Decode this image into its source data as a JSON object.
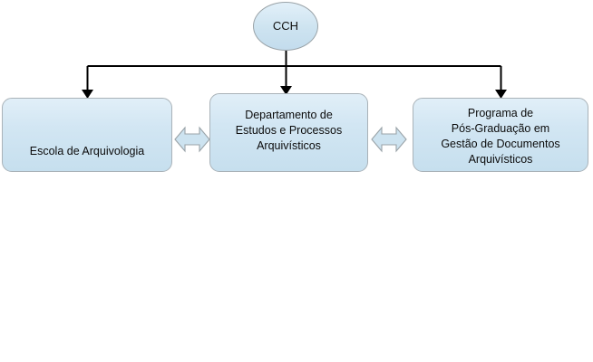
{
  "diagram": {
    "title": "CCH organizational structure",
    "background_color": "#ffffff",
    "node_fill_color": "#cde3f0",
    "node_border_color": "#a9b2b8",
    "connector_color": "#000000",
    "root": {
      "id": "cch",
      "label": "CCH",
      "shape": "ellipse"
    },
    "nodes": [
      {
        "id": "escola",
        "label": "Escola de Arquivologia",
        "shape": "rounded-rectangle"
      },
      {
        "id": "departamento",
        "label": "Departamento de\nEstudos e Processos\nArquivísticos",
        "shape": "rounded-rectangle"
      },
      {
        "id": "programa",
        "label": "Programa de\nPós-Graduação em\nGestão de Documentos\nArquivísticos",
        "shape": "rounded-rectangle"
      }
    ],
    "connectors": [
      {
        "id": "cch-to-escola",
        "from": "cch",
        "to": "escola",
        "type": "orthogonal-arrow",
        "direction": "one-way"
      },
      {
        "id": "cch-to-departamento",
        "from": "cch",
        "to": "departamento",
        "type": "straight-arrow",
        "direction": "one-way"
      },
      {
        "id": "cch-to-programa",
        "from": "cch",
        "to": "programa",
        "type": "orthogonal-arrow",
        "direction": "one-way"
      },
      {
        "id": "escola-departamento",
        "from": "escola",
        "to": "departamento",
        "type": "double-headed-arrow",
        "direction": "two-way"
      },
      {
        "id": "departamento-programa",
        "from": "departamento",
        "to": "programa",
        "type": "double-headed-arrow",
        "direction": "two-way"
      }
    ]
  }
}
